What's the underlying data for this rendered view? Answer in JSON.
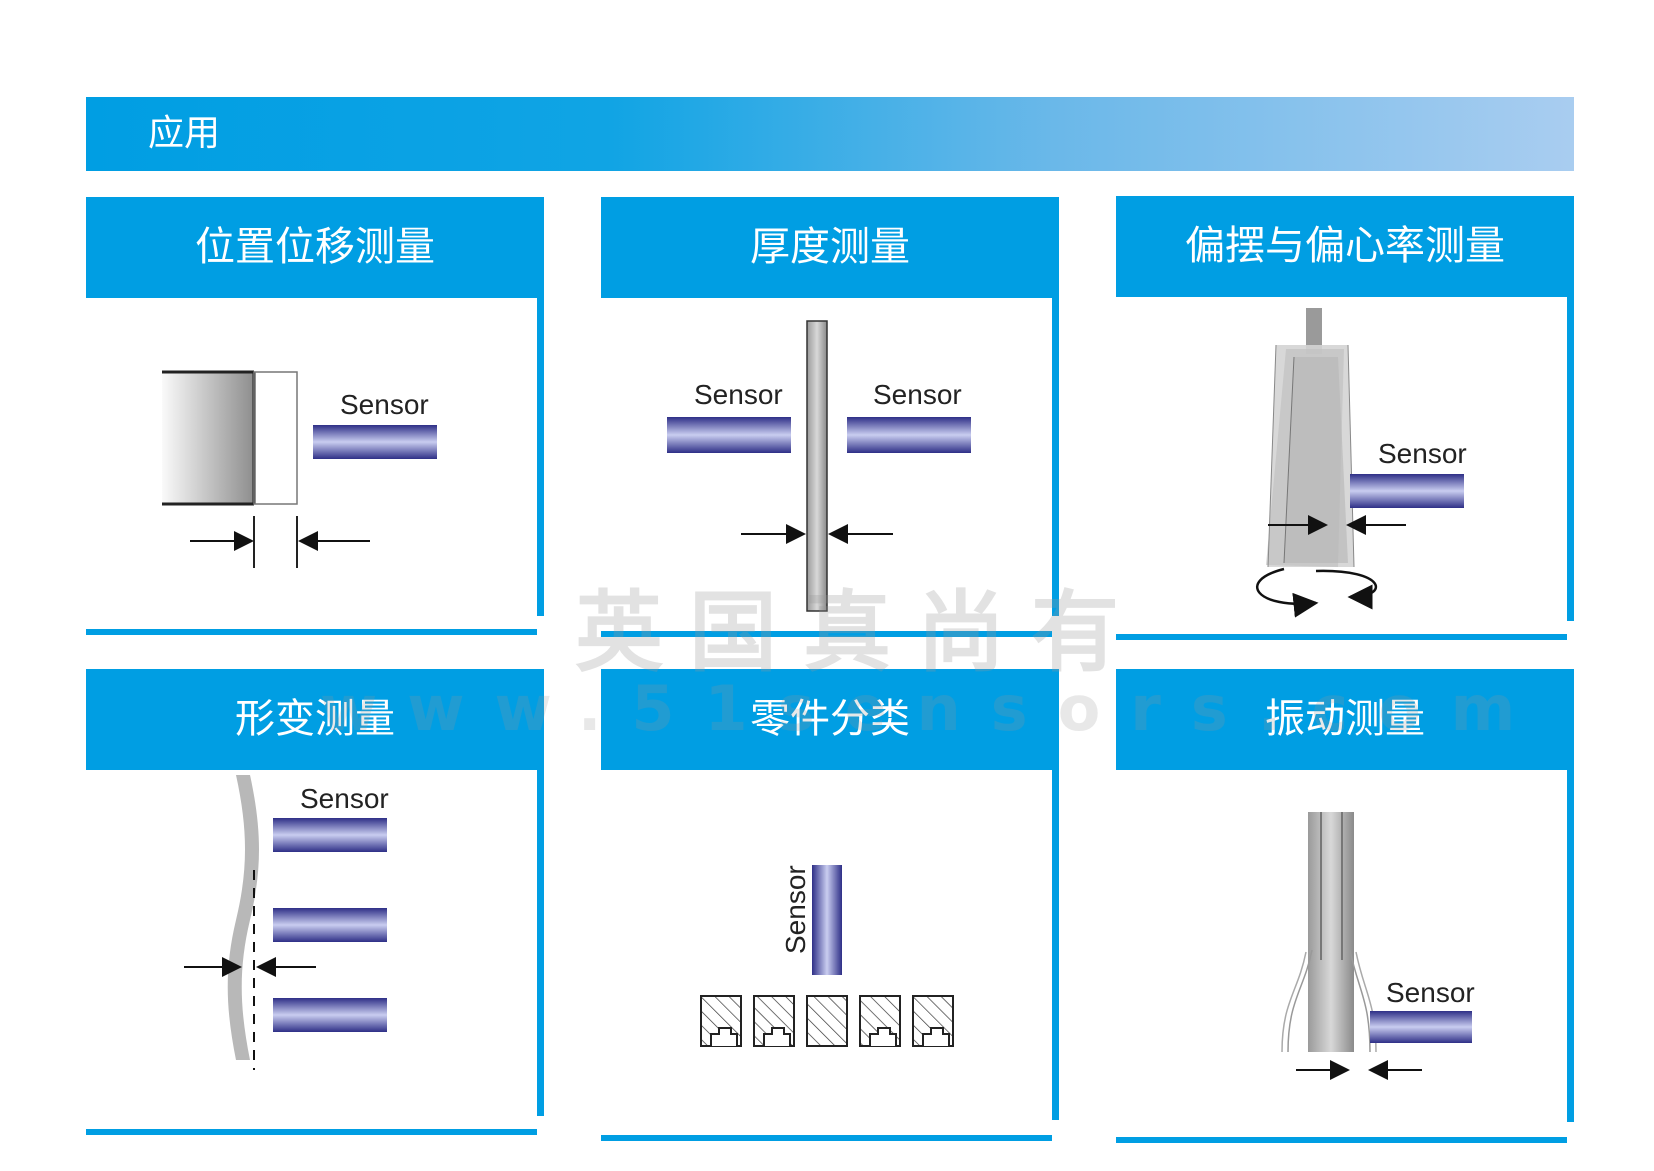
{
  "banner": {
    "title": "应用"
  },
  "cards": [
    {
      "title": "位置位移测量",
      "sensor_label": "Sensor"
    },
    {
      "title": "厚度测量",
      "sensor_label": "Sensor"
    },
    {
      "title": "偏摆与偏心率测量",
      "sensor_label": "Sensor"
    },
    {
      "title": "形变测量",
      "sensor_label": "Sensor"
    },
    {
      "title": "零件分类",
      "sensor_label": "Sensor"
    },
    {
      "title": "振动测量",
      "sensor_label": "Sensor"
    }
  ],
  "watermark": {
    "line1": "英国真尚有",
    "line2": "www.51sensors.com"
  },
  "colors": {
    "accent": "#009ee3",
    "sensor_bar": "#3a3f9a"
  }
}
